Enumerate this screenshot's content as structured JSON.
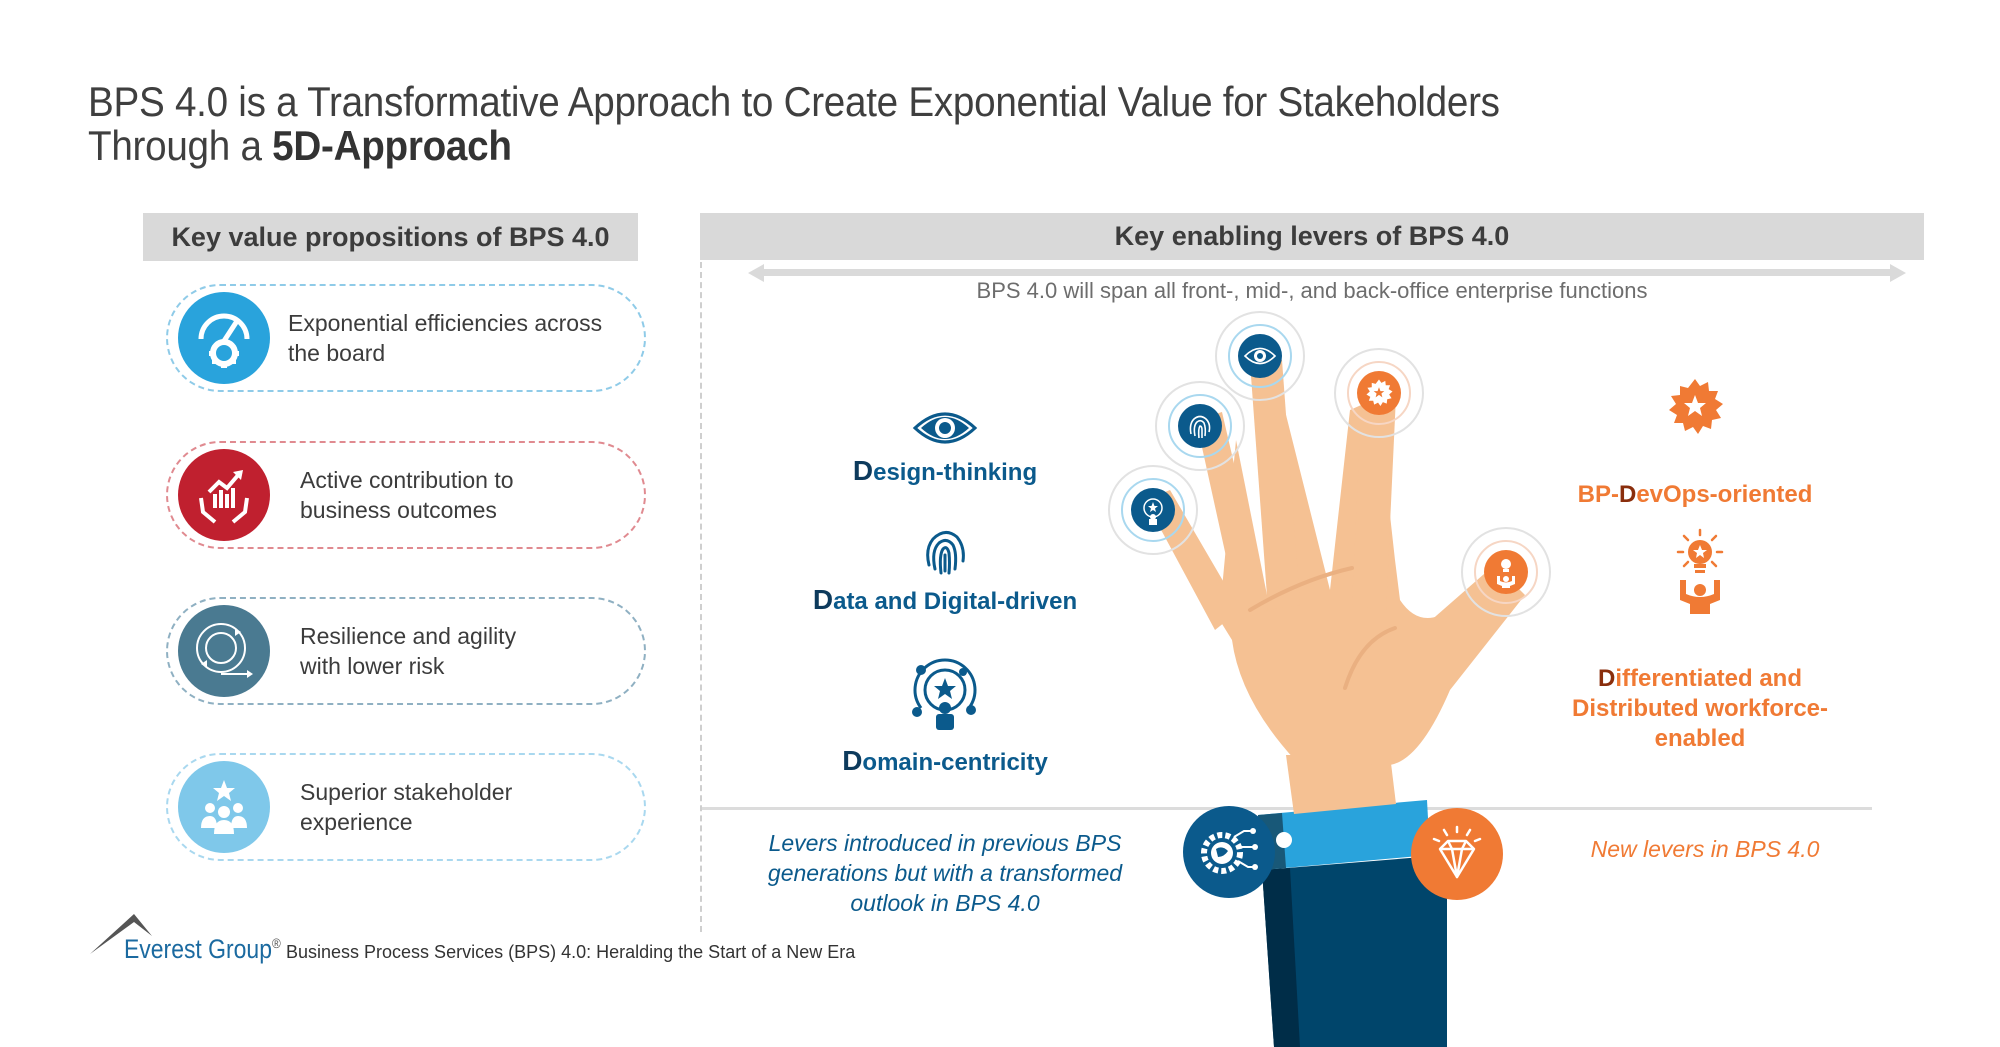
{
  "title": {
    "line1": "BPS 4.0 is a Transformative Approach to Create Exponential Value for Stakeholders",
    "line2_prefix": "Through a ",
    "line2_bold": "5D-Approach"
  },
  "left_panel": {
    "header": "Key value propositions of BPS 4.0",
    "cards": [
      {
        "line1": "Exponential efficiencies across",
        "line2": "the board",
        "icon": "gauge-gear-icon",
        "color": "#29a3dc",
        "border": "#8fcbe8"
      },
      {
        "line1": "Active contribution to",
        "line2": "business outcomes",
        "icon": "growth-chart-hands-icon",
        "color": "#c0202f",
        "border": "#e08a90"
      },
      {
        "line1": "Resilience and agility",
        "line2": "with lower risk",
        "icon": "cycle-arrows-icon",
        "color": "#4a7a91",
        "border": "#8fb0c2"
      },
      {
        "line1": "Superior stakeholder",
        "line2": "experience",
        "icon": "people-star-icon",
        "color": "#7fc8ea",
        "border": "#a9d8ef"
      }
    ]
  },
  "right_panel": {
    "header": "Key enabling levers of BPS 4.0",
    "span_text": "BPS 4.0 will span all front-, mid-, and back-office enterprise functions",
    "levers_previous": [
      {
        "first": "D",
        "rest": "esign-thinking",
        "icon": "eye-icon"
      },
      {
        "first": "D",
        "rest": "ata and Digital-driven",
        "icon": "fingerprint-icon"
      },
      {
        "first": "D",
        "rest": "omain-centricity",
        "icon": "person-star-orbit-icon"
      }
    ],
    "levers_new": [
      {
        "prefix": "BP-",
        "first": "D",
        "rest": "evOps-oriented",
        "icon": "star-badge-icon"
      },
      {
        "first": "D",
        "rest": "ifferentiated and",
        "line2": "Distributed workforce-",
        "line3": "enabled",
        "icon": "lightbulb-person-icon"
      }
    ],
    "legend_previous": {
      "line1": "Levers introduced in previous BPS",
      "line2": "generations but with a transformed",
      "line3": "outlook in BPS 4.0",
      "icon": "gear-globe-circuit-icon"
    },
    "legend_new": {
      "text": "New levers in BPS 4.0",
      "icon": "diamond-icon"
    }
  },
  "footer": {
    "brand": "Everest Group",
    "registered": "®",
    "caption": "Business Process Services (BPS) 4.0: Heralding the Start of a New Era"
  },
  "colors": {
    "blue_dark": "#0b5a8c",
    "orange": "#f07a34",
    "skin": "#f5c193",
    "sleeve": "#00456b",
    "cuff": "#29a3dc",
    "header_bg": "#d9d9d9"
  }
}
